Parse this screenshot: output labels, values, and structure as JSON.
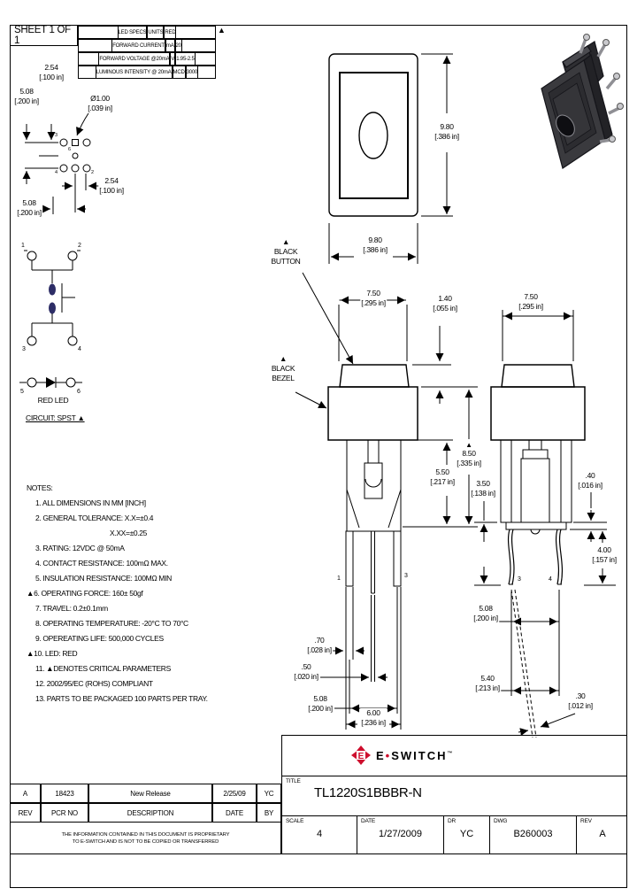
{
  "sheet": {
    "label": "SHEET 1 OF 1",
    "mark": "▲"
  },
  "led_table": {
    "header": [
      "LED SPECS",
      "UNITS",
      "RED"
    ],
    "rows": [
      [
        "FORWARD CURRENT",
        "mA",
        "20"
      ],
      [
        "FORWARD VOLTAGE @20mA",
        "V",
        "1.95-2.5"
      ],
      [
        "LUMINOUS INTENSITY @ 20mA",
        "MCD",
        "3000"
      ]
    ]
  },
  "pcb": {
    "labels": {
      "top_left": "3",
      "middle": "6",
      "bottom_left": "4",
      "bottom_right": "2"
    }
  },
  "schematic": {
    "pins": [
      "1",
      "2",
      "3",
      "4",
      "5",
      "6"
    ],
    "led_label": "RED LED",
    "circuit_label": "CIRCUIT: SPST ▲"
  },
  "annotations": {
    "button": {
      "mark": "▲",
      "line1": "BLACK",
      "line2": "BUTTON"
    },
    "bezel": {
      "mark": "▲",
      "line1": "BLACK",
      "line2": "BEZEL"
    }
  },
  "views": {
    "front_pin_left": "1",
    "front_pin_right": "3",
    "side_pin_left": "3",
    "side_pin_right": "4"
  },
  "dims": {
    "pcb_pitch_top": {
      "mm": "2.54",
      "in": "[.100 in]"
    },
    "pcb_row_left": {
      "mm": "5.08",
      "in": "[.200 in]"
    },
    "pcb_hole": {
      "mm": "Ø1.00",
      "in": "[.039 in]"
    },
    "pcb_pitch_bot": {
      "mm": "2.54",
      "in": "[.100 in]"
    },
    "pcb_row_bot": {
      "mm": "5.08",
      "in": "[.200 in]"
    },
    "top_h": {
      "mm": "9.80",
      "in": "[.386 in]"
    },
    "top_w": {
      "mm": "9.80",
      "in": "[.386 in]"
    },
    "front_btn_w": {
      "mm": "7.50",
      "in": "[.295 in]"
    },
    "btn_h": {
      "mm": "1.40",
      "in": "[.055 in]"
    },
    "side_btn_w": {
      "mm": "7.50",
      "in": "[.295 in]"
    },
    "body_h": {
      "mm": "5.50",
      "in": "[.217 in]"
    },
    "total_h": {
      "mark": "▲",
      "mm": "8.50",
      "in": "[.335 in]"
    },
    "pin_len": {
      "mm": "3.50",
      "in": "[.138 in]"
    },
    "dome_h": {
      "mm": ".40",
      "in": "[.016 in]"
    },
    "pin_below": {
      "mm": "4.00",
      "in": "[.157 in]"
    },
    "pin_w": {
      "mm": ".70",
      "in": "[.028 in]"
    },
    "led_pin_w": {
      "mm": ".50",
      "in": "[.020 in]"
    },
    "pin_pitch_front": {
      "mm": "5.08",
      "in": "[.200 in]"
    },
    "body_w": {
      "mm": "6.00",
      "in": "[.236 in]"
    },
    "pin_pitch_side": {
      "mm": "5.08",
      "in": "[.200 in]"
    },
    "pin_spread": {
      "mm": "5.40",
      "in": "[.213 in]"
    },
    "pin_thk": {
      "mm": ".30",
      "in": "[.012 in]"
    }
  },
  "notes": {
    "title": "NOTES:",
    "items": [
      "1. ALL DIMENSIONS IN MM [INCH]",
      "2. GENERAL TOLERANCE: X.X=±0.4",
      "X.XX=±0.25",
      "3. RATING: 12VDC @ 50mA",
      "4. CONTACT RESISTANCE: 100mΩ  MAX.",
      "5. INSULATION RESISTANCE: 100MΩ  MIN",
      "▲6. OPERATING FORCE: 160± 50gf",
      "7. TRAVEL: 0.2±0.1mm",
      "8. OPERATING TEMPERATURE: -20°C TO 70°C",
      "9. OPEREATING LIFE: 500,000 CYCLES",
      "▲10. LED: RED",
      "11. ▲DENOTES CRITICAL PARAMETERS",
      "12. 2002/95/EC (ROHS) COMPLIANT",
      "13. PARTS TO BE PACKAGED 100 PARTS PER TRAY."
    ]
  },
  "revision_table": {
    "row": [
      "A",
      "18423",
      "New Release",
      "2/25/09",
      "YC"
    ],
    "header": [
      "REV",
      "PCR NO",
      "DESCRIPTION",
      "DATE",
      "BY"
    ],
    "proprietary_1": "THE INFORMATION CONTAINED IN THIS DOCUMENT IS PROPRIETARY",
    "proprietary_2": "TO E-SWITCH AND IS NOT TO BE COPIED OR TRANSFERRED"
  },
  "title_block": {
    "logo_e": "E",
    "logo_dot": "•",
    "logo_rest": "SWITCH",
    "logo_tm": "™",
    "logo_glyph": "E",
    "title_label": "TITLE",
    "title_value": "TL1220S1BBBR-N",
    "scale_label": "SCALE",
    "scale_value": "4",
    "date_label": "DATE",
    "date_value": "1/27/2009",
    "dr_label": "DR",
    "dr_value": "YC",
    "dwg_label": "DWG",
    "dwg_value": "B260003",
    "rev_label": "REV",
    "rev_value": "A"
  },
  "colors": {
    "accent_red": "#CE0E2D",
    "schematic_contact": "#2d2d66",
    "line": "#000000"
  }
}
